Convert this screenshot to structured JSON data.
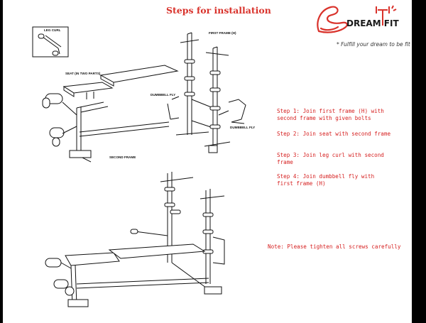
{
  "header": {
    "title": "Steps for installation"
  },
  "brand": {
    "logo_text": "DREAM FIT",
    "tagline": "* Fulfill your dream to be fit *",
    "accent_color": "#d9322b"
  },
  "steps": [
    "Step 1: Join first frame (H) with second frame with given bolts",
    "Step 2: Join seat with second frame",
    "Step 3: Join leg curl with second frame",
    "Step 4: Join dumbbell fly with first frame (H)"
  ],
  "note": "Note: Please tighten all screws carefully",
  "diagram_labels": {
    "leg_curl": "LEG CURL",
    "first_frame": "FIRST FRAME (H)",
    "seat": "SEAT (IN TWO PARTS)",
    "dumbbell_fly_left": "DUMBBELL FLY",
    "dumbbell_fly_right": "DUMBBELL FLY",
    "second_frame": "SECOND FRAME"
  },
  "colors": {
    "text_accent": "#d62020",
    "line": "#111111",
    "background": "#ffffff"
  }
}
